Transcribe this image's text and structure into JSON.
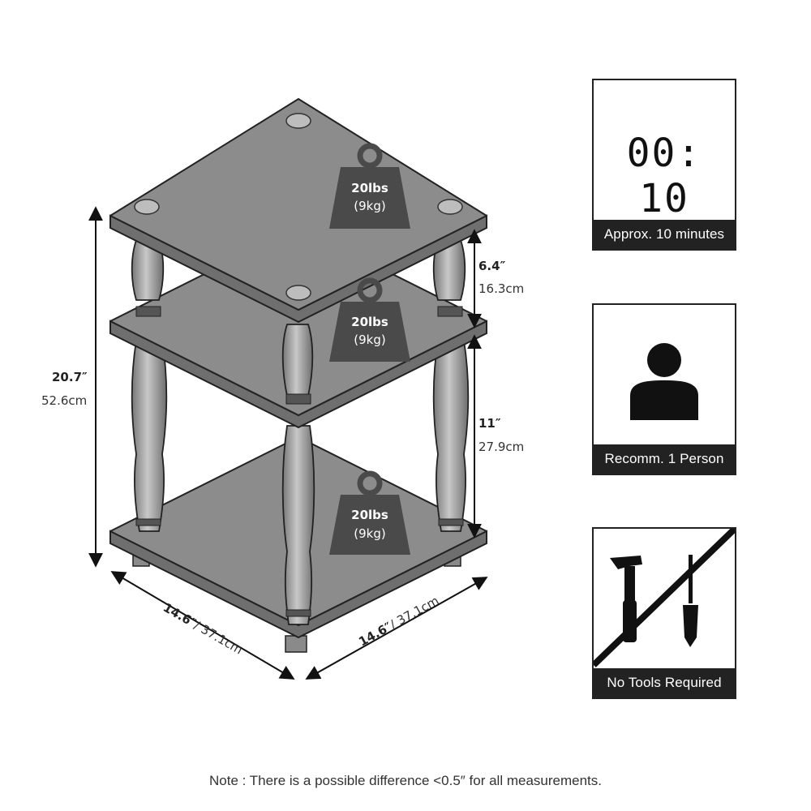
{
  "dimensions": {
    "total_height_in": "20.7″",
    "total_height_cm": "52.6cm",
    "top_gap_in": "6.4″",
    "top_gap_cm": "16.3cm",
    "lower_gap_in": "11″",
    "lower_gap_cm": "27.9cm",
    "width_left_in": "14.6″",
    "width_left_cm": "/ 37.1cm",
    "width_right_in": "14.6″",
    "width_right_cm": "/ 37.1cm"
  },
  "shelf_weights": [
    {
      "lbs": "20lbs",
      "kg": "(9kg)"
    },
    {
      "lbs": "20lbs",
      "kg": "(9kg)"
    },
    {
      "lbs": "20lbs",
      "kg": "(9kg)"
    }
  ],
  "badges": {
    "time": {
      "display": "00: 10",
      "caption": "Approx. 10 minutes",
      "icon": "digital-clock-icon"
    },
    "person": {
      "caption": "Recomm. 1 Person",
      "icon": "person-icon"
    },
    "tools": {
      "caption": "No Tools Required",
      "icon": "no-tools-icon"
    }
  },
  "note": "Note : There is a possible difference <0.5″ for all measurements.",
  "colors": {
    "shelf_fill": "#8c8c8c",
    "shelf_edge": "#222222",
    "leg_fill": "#9a9a9a",
    "weight_fill": "#4a4a4a",
    "caption_bg": "#222222"
  }
}
